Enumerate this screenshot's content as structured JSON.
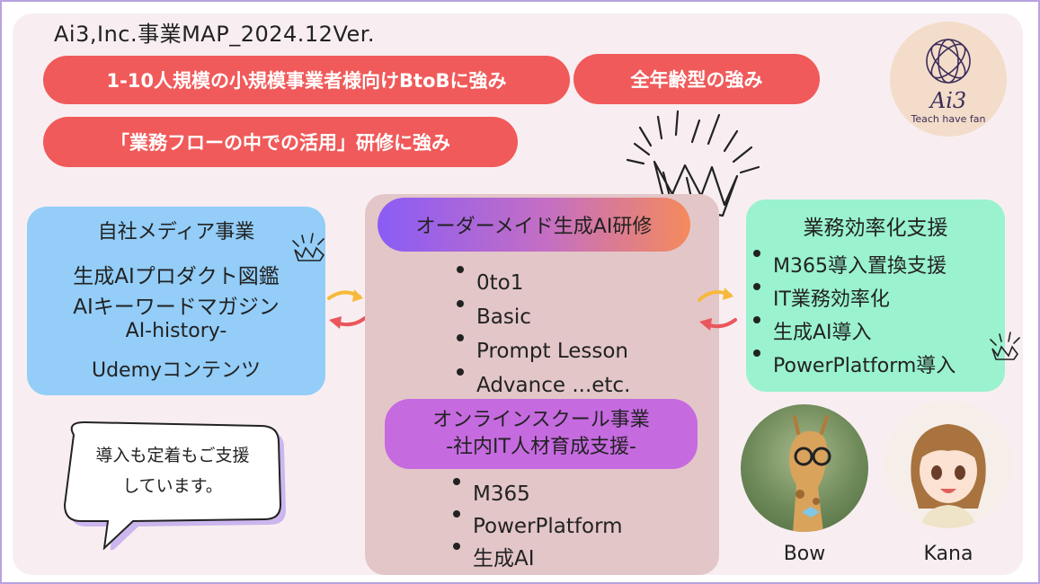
{
  "title": "Ai3,Inc.事業MAP_2024.12Ver.",
  "strengths": {
    "s1": "1-10人規模の小規模事業者様向けBtoBに強み",
    "s2": "全年齢型の強み",
    "s3": "「業務フローの中での活用」研修に強み"
  },
  "logo": {
    "name": "Ai3",
    "tagline": "Teach have fan"
  },
  "media": {
    "title": "自社メディア事業",
    "line1": "生成AIプロダクト図鑑",
    "line2": "AIキーワードマガジン",
    "line3": "AI-history-",
    "line4": "Udemyコンテンツ"
  },
  "training": {
    "title": "オーダーメイド生成AI研修",
    "items": [
      "0to1",
      "Basic",
      "Prompt Lesson",
      "Advance ...etc."
    ]
  },
  "school": {
    "title1": "オンラインスクール事業",
    "title2": "-社内IT人材育成支援-",
    "items": [
      "M365",
      "PowerPlatform",
      "生成AI"
    ]
  },
  "efficiency": {
    "title": "業務効率化支援",
    "items": [
      "M365導入置換支援",
      "IT業務効率化",
      "生成AI導入",
      "PowerPlatform導入"
    ]
  },
  "speech": {
    "line1": "導入も定着もご支援",
    "line2": "しています。"
  },
  "characters": {
    "bow": "Bow",
    "kana": "Kana"
  },
  "colors": {
    "red_pill": "#f05a5a",
    "blue_box": "#93cdf8",
    "green_box": "#9af2cf",
    "center_box": "#e3c6c8",
    "violet_pill": "#c66ae0",
    "arrow_yellow": "#f6b93b",
    "arrow_red": "#e9575c"
  }
}
